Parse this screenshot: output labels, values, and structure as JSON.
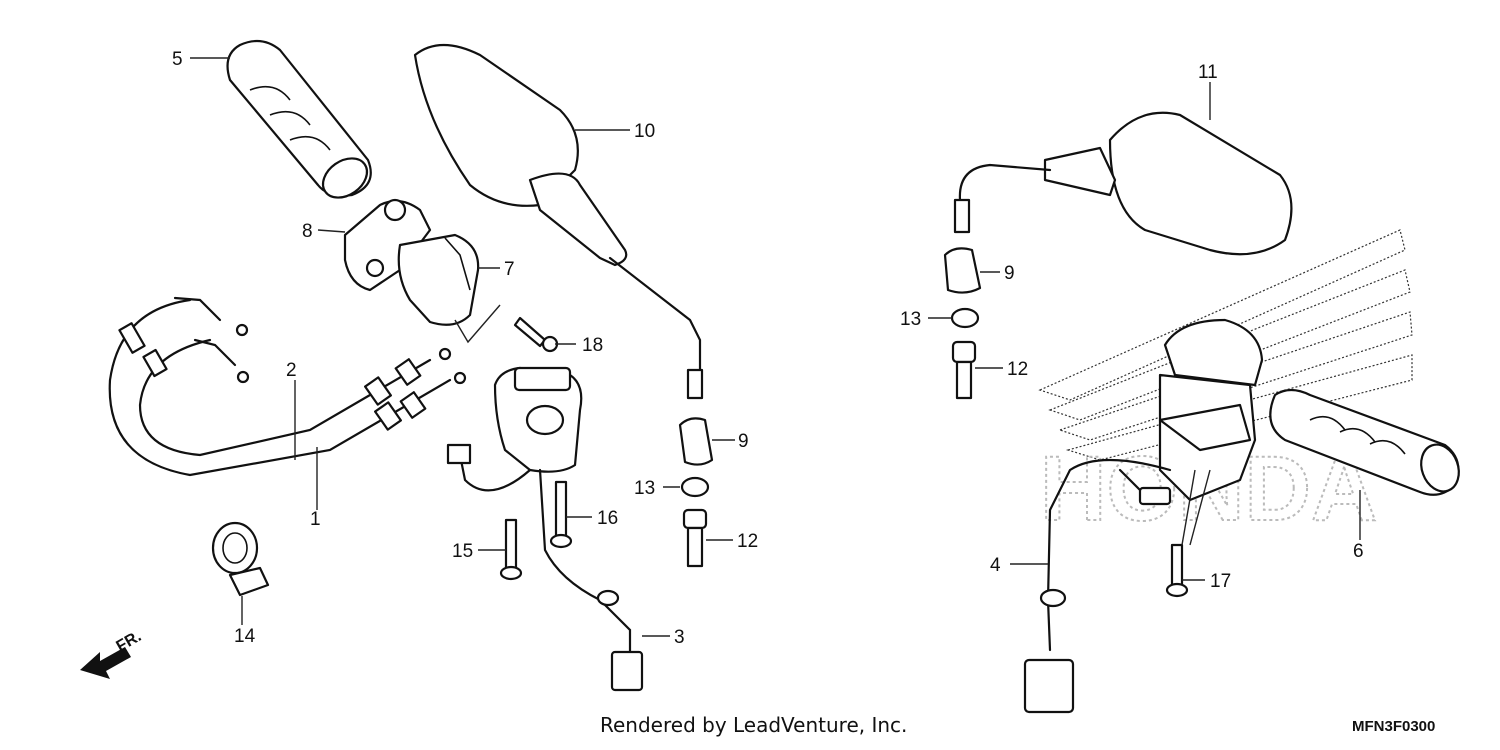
{
  "labels": {
    "p1": "1",
    "p2": "2",
    "p3": "3",
    "p4": "4",
    "p5": "5",
    "p6": "6",
    "p7": "7",
    "p8": "8",
    "p9a": "9",
    "p9b": "9",
    "p10": "10",
    "p11": "11",
    "p12a": "12",
    "p12b": "12",
    "p13a": "13",
    "p13b": "13",
    "p14": "14",
    "p15": "15",
    "p16": "16",
    "p17": "17",
    "p18": "18"
  },
  "direction": "FR.",
  "watermark": "HONDA",
  "footer": "Rendered by LeadVenture, Inc.",
  "diagram_code": "MFN3F0300"
}
